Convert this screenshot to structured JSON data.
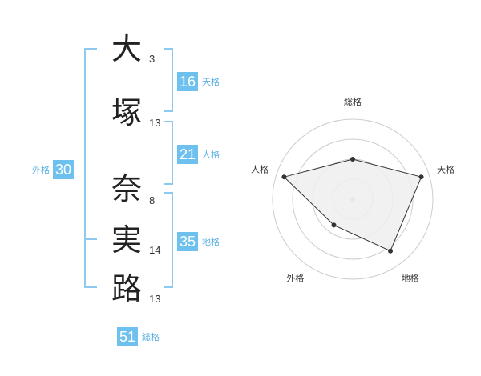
{
  "name_chars": [
    {
      "char": "大",
      "strokes": "3"
    },
    {
      "char": "塚",
      "strokes": "13"
    },
    {
      "char": "奈",
      "strokes": "8"
    },
    {
      "char": "実",
      "strokes": "14"
    },
    {
      "char": "路",
      "strokes": "13"
    }
  ],
  "kaku": {
    "ten": {
      "value": "16",
      "label": "天格"
    },
    "jin": {
      "value": "21",
      "label": "人格"
    },
    "chi": {
      "value": "35",
      "label": "地格"
    },
    "gai": {
      "value": "30",
      "label": "外格"
    },
    "so": {
      "value": "51",
      "label": "総格"
    }
  },
  "chart_data": {
    "type": "radar",
    "axes": [
      "総格",
      "天格",
      "地格",
      "外格",
      "人格"
    ],
    "values": [
      2.5,
      4.5,
      4.0,
      2.0,
      4.5
    ],
    "max": 5,
    "rings": 4,
    "colors": {
      "ring": "#cccccc",
      "fill": "#eeeeee",
      "line": "#333333",
      "point": "#333333",
      "center": "#c0c0c0",
      "accent": "#6ec1ee"
    }
  }
}
